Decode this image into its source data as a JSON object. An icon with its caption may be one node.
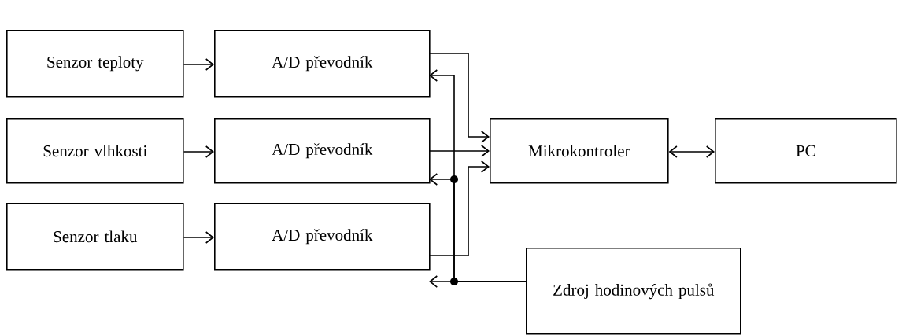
{
  "diagram": {
    "nodes": [
      {
        "text": [
          "Senzor teploty"
        ]
      },
      {
        "text": [
          "A/D převodník"
        ]
      },
      {
        "text": [
          "Senzor vlhkosti"
        ]
      },
      {
        "text": [
          "A/D převodník"
        ]
      },
      {
        "text": [
          "Senzor tlaku"
        ]
      },
      {
        "text": [
          "A/D převodník"
        ]
      },
      {
        "text": [
          "Mikrokontroler"
        ]
      },
      {
        "text": [
          "PC"
        ]
      },
      {
        "text": [
          "Zdroj hodinových pulsů"
        ]
      }
    ],
    "edges": [
      {
        "from": 0,
        "to": 1,
        "arrow": "to"
      },
      {
        "from": 2,
        "to": 3,
        "arrow": "to"
      },
      {
        "from": 4,
        "to": 5,
        "arrow": "to"
      },
      {
        "from": 1,
        "to": 6,
        "arrow": "to"
      },
      {
        "from": 3,
        "to": 6,
        "arrow": "to"
      },
      {
        "from": 5,
        "to": 6,
        "arrow": "to"
      },
      {
        "from": 8,
        "to": 1,
        "arrow": "to"
      },
      {
        "from": 8,
        "to": 3,
        "arrow": "to"
      },
      {
        "from": 8,
        "to": 5,
        "arrow": "to"
      },
      {
        "from": 6,
        "to": 7,
        "arrow": "both"
      }
    ]
  }
}
